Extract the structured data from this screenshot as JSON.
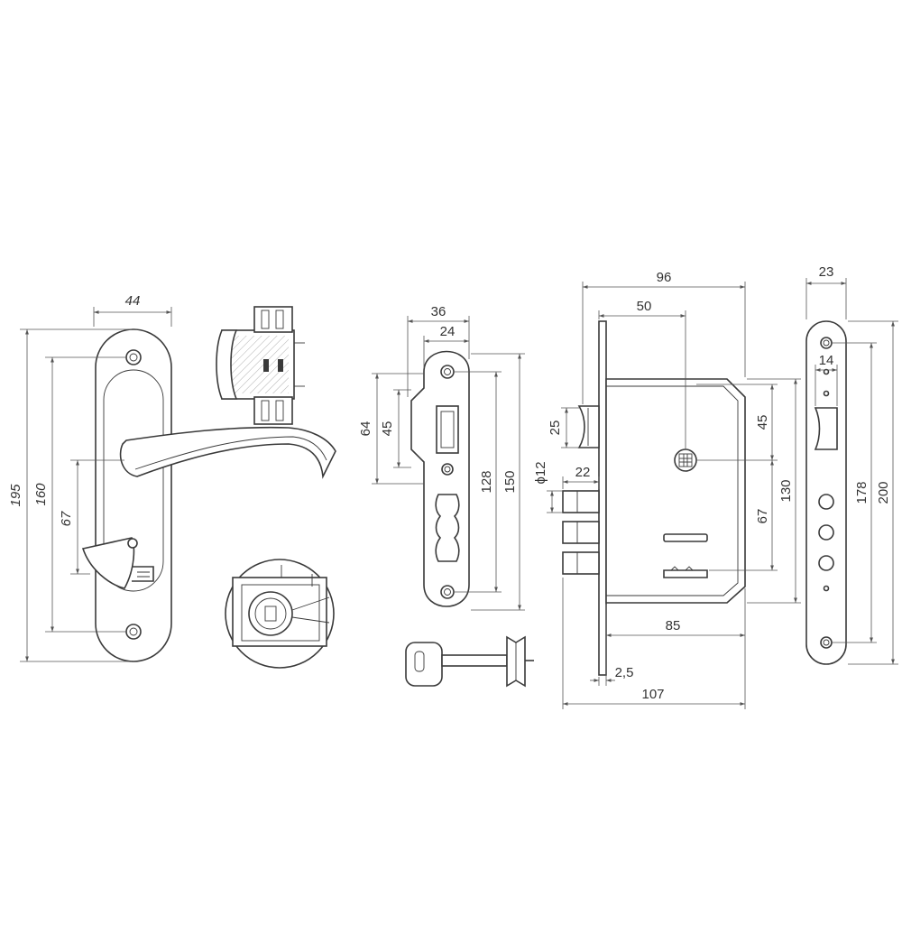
{
  "colors": {
    "line": "#3a3a3a",
    "dimension": "#555555",
    "background": "#ffffff"
  },
  "dimensions": {
    "handle_width": "44",
    "handle_height": "195",
    "handle_screw_spacing": "160",
    "handle_spindle_to_turn": "67",
    "strike_width": "36",
    "strike_inner_width": "24",
    "strike_cutout_height": "64",
    "strike_cutout_inner": "45",
    "strike_hole_spacing": "128",
    "strike_height": "150",
    "lock_width": "96",
    "backset": "50",
    "latch_height": "25",
    "bolt_diameter": "ϕ12",
    "bolt_throw": "22",
    "spindle_offset": "45",
    "center_distance": "67",
    "case_height": "130",
    "case_depth": "85",
    "plate_thickness": "2,5",
    "overall_depth": "107",
    "faceplate_width": "23",
    "faceplate_inner_width": "14",
    "faceplate_hole_spacing": "178",
    "faceplate_height": "200"
  }
}
